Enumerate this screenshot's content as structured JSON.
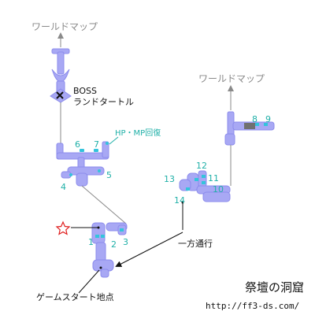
{
  "map": {
    "title": "祭壇の洞窟",
    "url": "http://ff3-ds.com/",
    "labels": {
      "world_map_top": "ワールドマップ",
      "world_map_right": "ワールドマップ",
      "boss_line1": "BOSS",
      "boss_line2": "ランドタートル",
      "hp_mp": "HP・MP回復",
      "one_way": "一方通行",
      "start": "ゲームスタート地点"
    },
    "chests": [
      "1",
      "2",
      "3",
      "4",
      "5",
      "6",
      "7",
      "8",
      "9",
      "10",
      "11",
      "12",
      "13",
      "14"
    ],
    "colors": {
      "cave": "#a8a8f4",
      "chest": "#33c4dc",
      "number": "#20b0a8",
      "star": "#e02020",
      "gray": "#8a8a8a"
    },
    "icons": [
      "star-icon",
      "boss-x-icon",
      "arrow-icon"
    ]
  }
}
